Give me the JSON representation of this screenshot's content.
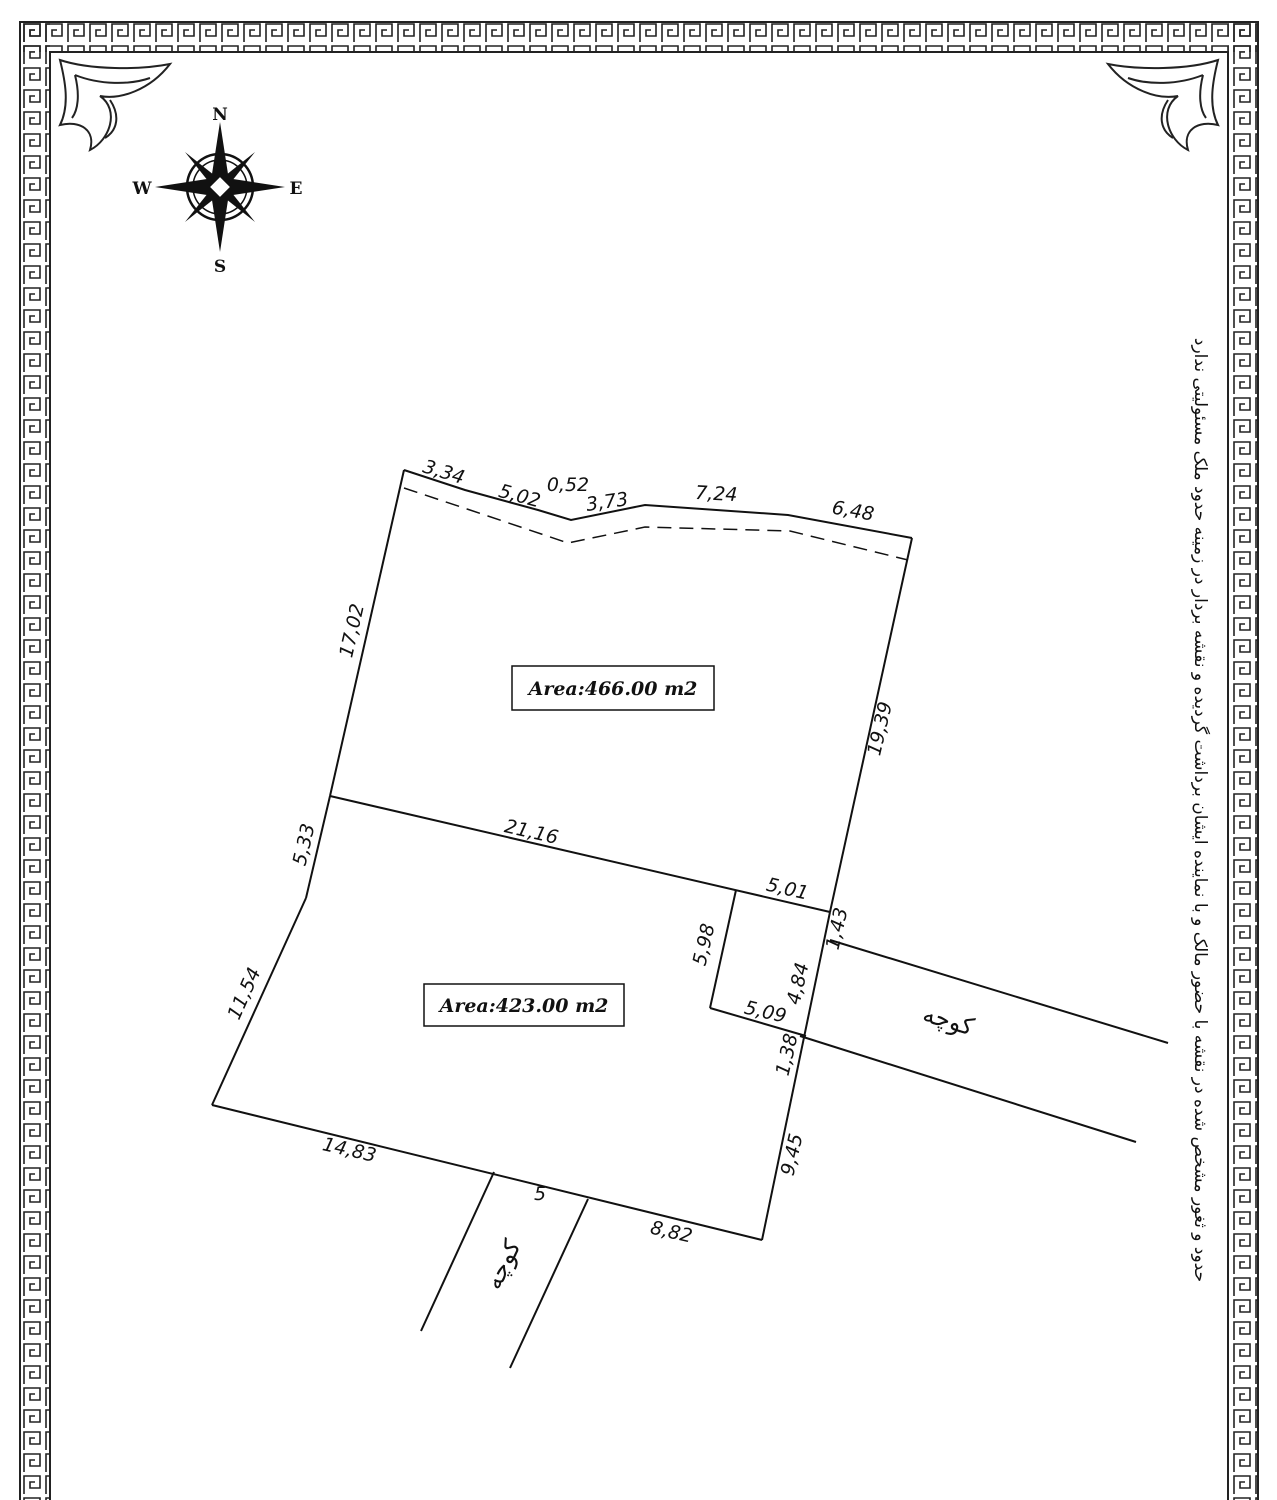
{
  "compass": {
    "north": "N",
    "south": "S",
    "east": "E",
    "west": "W"
  },
  "note": "حدود و ثغور مشخص شده در نقشه با حضور مالک و با نماینده ایشان برداشت گردیده و نقشه بردار در زمینه حدود ملک مسئولیتی ندارد",
  "parcels": {
    "upper_area": "Area:466.00  m2",
    "lower_area": "Area:423.00  m2"
  },
  "dimensions": {
    "top_1": "3,34",
    "top_2": "5,02",
    "top_3": "0,52",
    "top_4": "3,73",
    "top_5": "7,24",
    "top_6": "6,48",
    "left_upper": "17,02",
    "right_upper": "19,39",
    "left_mid": "5,33",
    "divider": "21,16",
    "notch_top": "5,01",
    "right_small": "1,43",
    "notch_side": "5,98",
    "notch_gap": "4,84",
    "notch_bottom": "5,09",
    "right_lower_small": "1,38",
    "left_lower": "11,54",
    "bottom_left": "14,83",
    "street_width": "5",
    "bottom_right": "8,82",
    "right_lower": "9,45"
  },
  "streets": {
    "east_street": "کوچه",
    "south_street": "کوچه"
  },
  "colors": {
    "ink": "#111111",
    "background": "#ffffff"
  }
}
